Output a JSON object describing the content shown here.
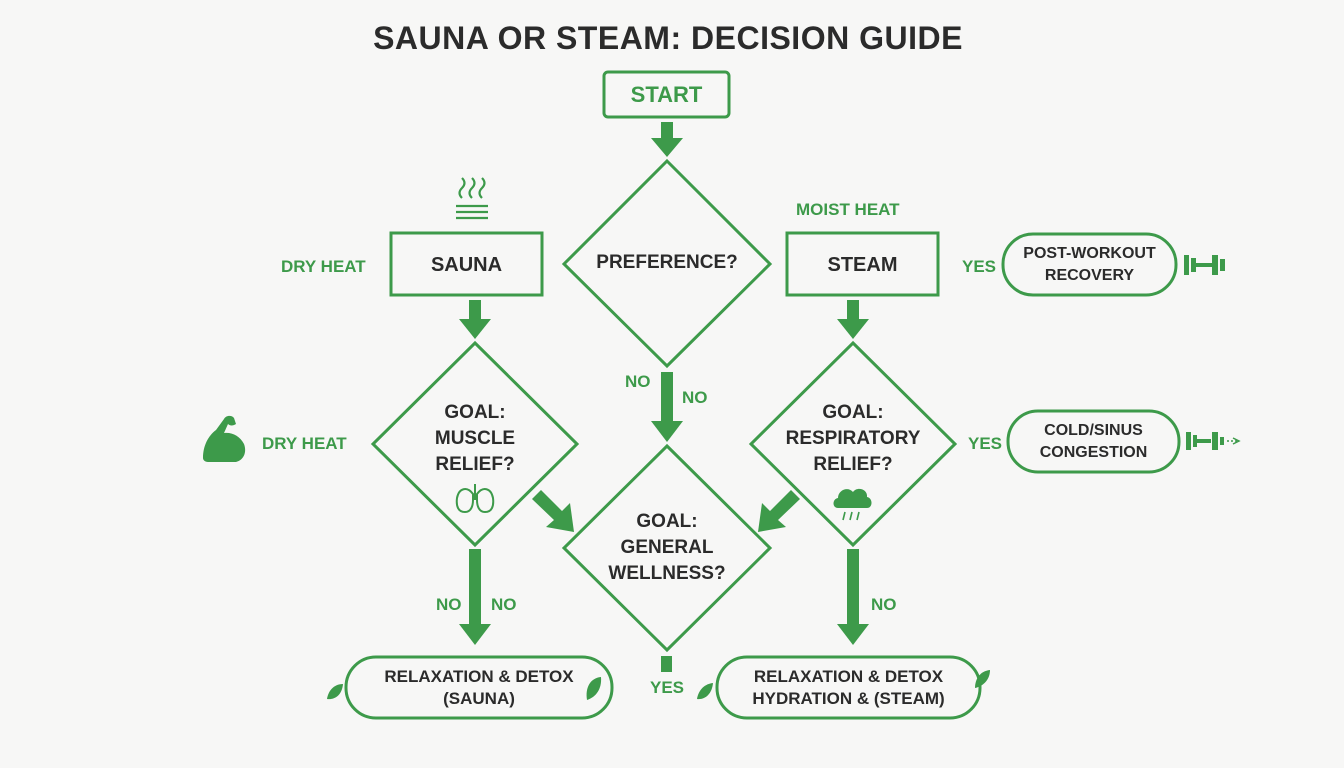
{
  "title": "SAUNA OR STEAM: DECISION GUIDE",
  "start": "START",
  "preference": "PREFERENCE?",
  "sauna": {
    "label": "SAUNA",
    "side_label": "DRY HEAT"
  },
  "steam": {
    "label": "STEAM",
    "top_label": "MOIST HEAT"
  },
  "muscle": {
    "line1": "GOAL:",
    "line2": "MUSCLE",
    "line3": "RELIEF?",
    "side_label": "DRY HEAT"
  },
  "respiratory": {
    "line1": "GOAL:",
    "line2": "RESPIRATORY",
    "line3": "RELIEF?"
  },
  "wellness": {
    "line1": "GOAL:",
    "line2": "GENERAL",
    "line3": "WELLNESS?"
  },
  "edges": {
    "pref_no_a": "NO",
    "pref_no_b": "NO",
    "steam_yes": "YES",
    "resp_yes": "YES",
    "muscle_no_a": "NO",
    "muscle_no_b": "NO",
    "resp_no": "NO",
    "wellness_yes": "YES"
  },
  "outcomes": {
    "post_workout": {
      "line1": "POST-WORKOUT",
      "line2": "RECOVERY"
    },
    "cold_sinus": {
      "line1": "COLD/SINUS",
      "line2": "CONGESTION"
    },
    "relax_sauna": {
      "line1": "RELAXATION & DETOX",
      "line2": "(SAUNA)"
    },
    "relax_steam": {
      "line1": "RELAXATION & DETOX",
      "line2": "HYDRATION & (STEAM)"
    }
  },
  "icons": [
    "steam-heat-icon",
    "flexed-arm-icon",
    "lungs-icon",
    "rain-cloud-icon",
    "dumbbell-icon",
    "leaf-icon"
  ],
  "colors": {
    "green": "#3d9a4a",
    "text": "#2b2b2b",
    "background": "#f7f7f6"
  }
}
